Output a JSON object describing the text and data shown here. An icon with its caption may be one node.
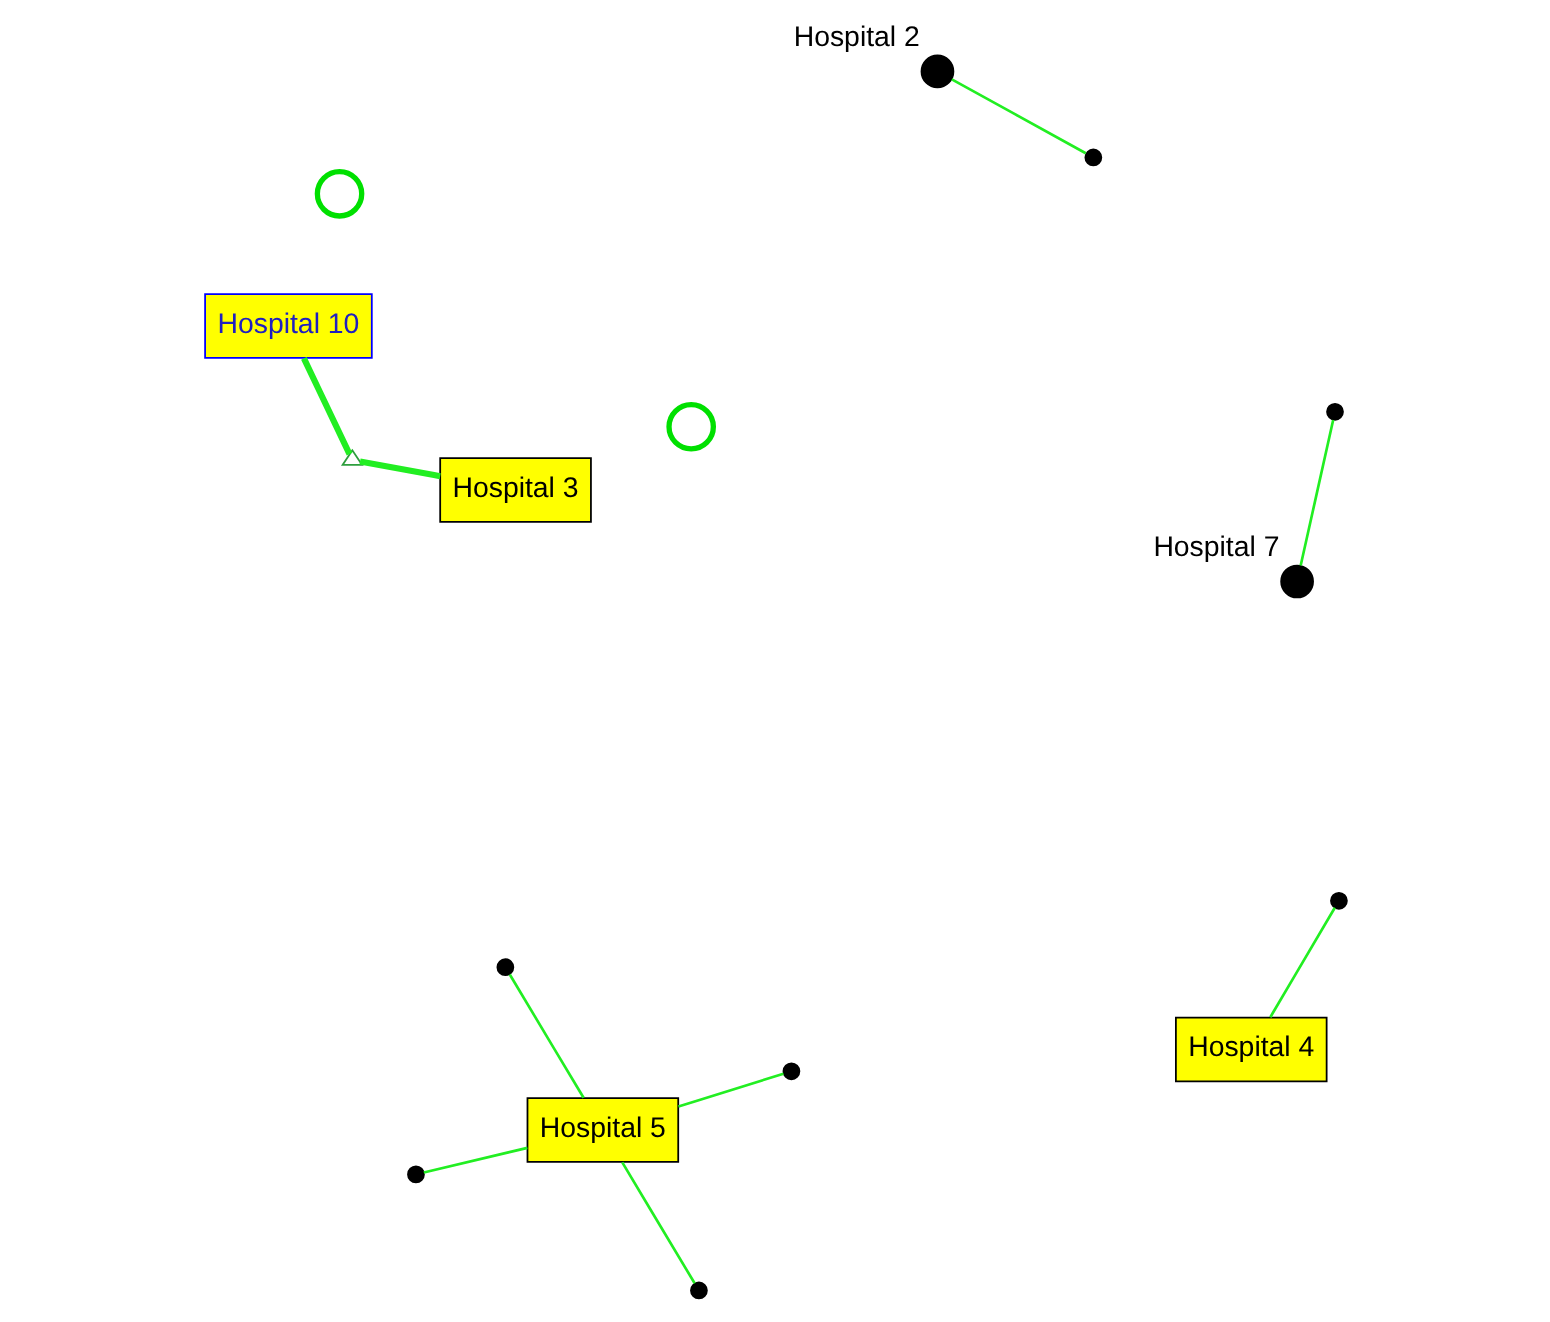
{
  "diagram": {
    "nodes": [
      {
        "text": [
          "Hospital 3"
        ]
      },
      {
        "text": [],
        "shape": "circle"
      },
      {
        "text": [
          "Hospital 10"
        ]
      },
      {
        "text": [],
        "shape": "circle"
      },
      {
        "text": [],
        "shape": "circle"
      },
      {
        "text": [],
        "shape": "circle"
      },
      {
        "text": [],
        "shape": "circle"
      },
      {
        "text": [],
        "shape": "circle"
      },
      {
        "text": [
          "Hospital 5"
        ]
      },
      {
        "text": [],
        "shape": "triangle"
      },
      {
        "text": [
          "Hospital 4"
        ]
      },
      {
        "text": [],
        "shape": "circle"
      },
      {
        "text": [],
        "shape": "circle",
        "beside": [
          "Hospital 7"
        ]
      },
      {
        "text": [],
        "shape": "circle"
      },
      {
        "text": [],
        "shape": "circle",
        "beside": [
          "Hospital 2"
        ]
      },
      {
        "text": [],
        "shape": "circle"
      }
    ],
    "edges": [
      {
        "from": 0,
        "to": 9,
        "arrow": "none",
        "style": "thick"
      },
      {
        "from": 2,
        "to": 9,
        "arrow": "none",
        "style": "thick"
      },
      {
        "from": 8,
        "to": 4,
        "arrow": "none"
      },
      {
        "from": 8,
        "to": 5,
        "arrow": "none"
      },
      {
        "from": 8,
        "to": 6,
        "arrow": "none"
      },
      {
        "from": 8,
        "to": 7,
        "arrow": "none"
      },
      {
        "from": 10,
        "to": 11,
        "arrow": "none"
      },
      {
        "from": 13,
        "to": 12,
        "arrow": "none"
      },
      {
        "from": 14,
        "to": 15,
        "arrow": "none"
      }
    ]
  }
}
